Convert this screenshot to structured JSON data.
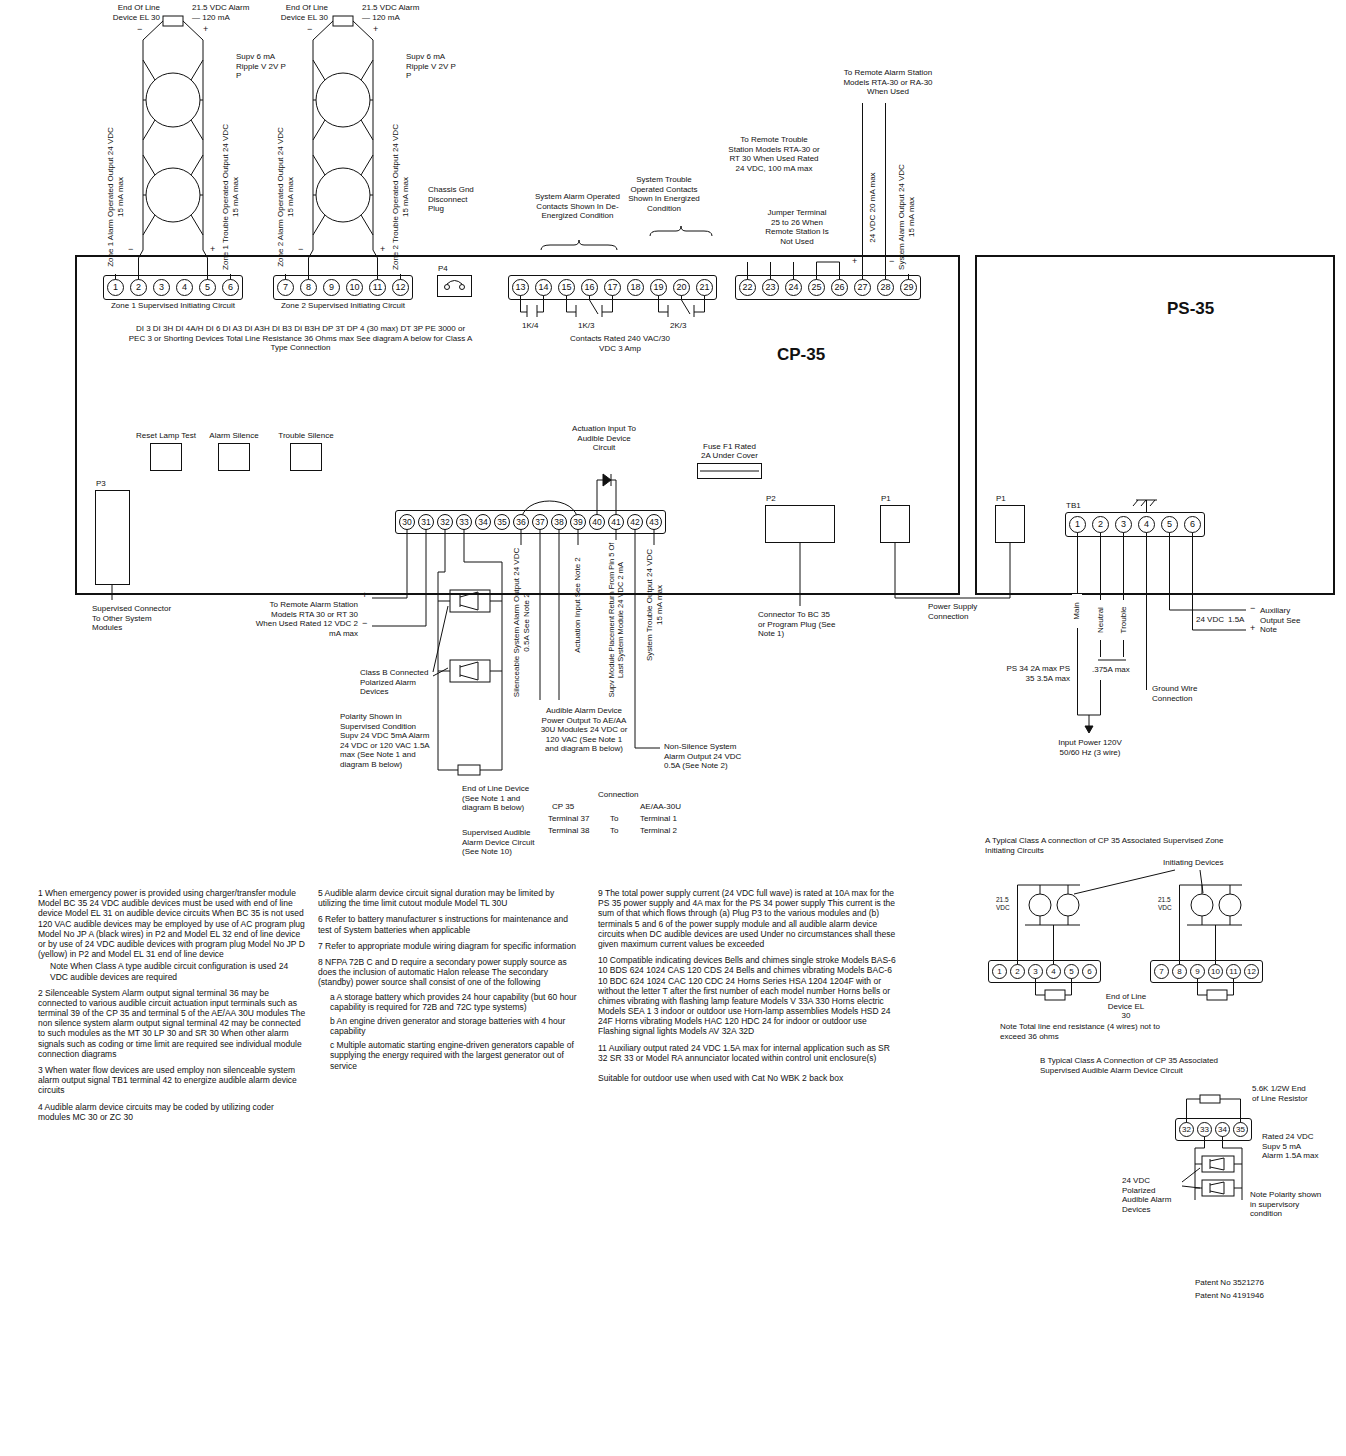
{
  "diagram": {
    "nodes": [
      {
        "text": [
          "CP-35"
        ]
      },
      {
        "text": [
          "1",
          "2",
          "3",
          "4",
          "5",
          "6",
          "Zone 1 Supervised Initiating Circuit"
        ],
        "in": 0
      },
      {
        "text": [
          "7",
          "8",
          "9",
          "10",
          "11",
          "12",
          "Zone 2 Supervised Initiating Circuit"
        ],
        "in": 0
      },
      {
        "text": [
          "P4"
        ],
        "in": 0
      },
      {
        "text": [
          "13",
          "14",
          "15",
          "16",
          "17",
          "18",
          "19",
          "20",
          "21"
        ],
        "in": 0
      },
      {
        "text": [
          "22",
          "23",
          "24",
          "25",
          "26",
          "27",
          "28",
          "29"
        ],
        "in": 0
      },
      {
        "text": [
          "Reset Lamp Test"
        ],
        "in": 0
      },
      {
        "text": [
          "Alarm Silence"
        ],
        "in": 0
      },
      {
        "text": [
          "Trouble Silence"
        ],
        "in": 0
      },
      {
        "text": [
          "P3"
        ],
        "in": 0
      },
      {
        "text": [
          "Fuse F1 Rated 2A Under Cover"
        ],
        "in": 0
      },
      {
        "text": [
          "30",
          "31",
          "32",
          "33",
          "34",
          "35",
          "36",
          "37",
          "38",
          "39",
          "40",
          "41",
          "42",
          "43"
        ],
        "in": 0
      },
      {
        "text": [
          "P2"
        ],
        "in": 0
      },
      {
        "text": [
          "P1"
        ],
        "in": 0
      },
      {
        "text": [
          "PS-35"
        ]
      },
      {
        "text": [
          "P1"
        ],
        "in": 14
      },
      {
        "text": [
          "TB1",
          "1",
          "2",
          "3",
          "4",
          "5",
          "6"
        ],
        "in": 14
      },
      {
        "text": [
          "1",
          "2",
          "3",
          "4",
          "5",
          "6"
        ]
      },
      {
        "text": [
          "7",
          "8",
          "9",
          "10",
          "11",
          "12"
        ]
      },
      {
        "text": [
          "32",
          "33",
          "34",
          "35"
        ]
      }
    ],
    "edges": [
      {
        "from": 13,
        "to": 15,
        "arrow": "none",
        "label": "Power Supply Connection"
      }
    ],
    "labels": [
      "End Of Line Device EL 30",
      "21.5 VDC Alarm — 120 mA",
      "Supv 6 mA Ripple V 2V P P",
      "Zone 1 Alarm Operated Output 24 VDC 15 mA max",
      "Zone 1 Trouble Operated Output 24 VDC 15 mA max",
      "−",
      "+",
      "−",
      "+",
      "End Of Line Device EL 30",
      "21.5 VDC Alarm — 120 mA",
      "Supv 6 mA Ripple V 2V P P",
      "Zone 2 Alarm Operated Output 24 VDC 15 mA max",
      "Zone 2 Trouble Operated Output 24 VDC 15 mA max",
      "−",
      "+",
      "−",
      "+",
      "Chassis Gnd Disconnect Plug",
      "System Alarm Operated Contacts Shown In De-Energized Condition",
      "System Trouble Operated Contacts Shown In Energized Condition",
      "To Remote Trouble Station Models RTA-30 or RT 30 When Used Rated 24 VDC, 100 mA max",
      "To Remote Alarm Station Models RTA-30 or RA-30 When Used",
      "Jumper Terminal 25 to 26 When Remote Station Is Not Used",
      "+",
      "−",
      "24 VDC 20 mA max",
      "System Alarm Output 24 VDC 15 mA max",
      "1K/4",
      "1K/3",
      "2K/3",
      "Contacts Rated 240 VAC/30 VDC 3 Amp",
      "DI 3 DI 3H DI 4A/H DI 6 DI A3 DI A3H DI B3 DI B3H DP 3T DP 4 (30 max) DT 3P PE 3000 or PEC 3 or Shorting Devices Total Line Resistance 36 Ohms max See diagram A below for Class A Type Connection",
      "Actuation Input To Audible Device Circuit",
      "Supervised Connector To Other System Modules",
      "To Remote Alarm Station Models RTA 30 or RT 30 When Used Rated 12 VDC 2 mA max",
      "+",
      "−",
      "Class B Connected Polarized Alarm Devices",
      "Polarity Shown in Supervised Condition Supv 24 VDC 5mA Alarm 24 VDC or 120 VAC 1.5A max (See Note 1 and diagram B below)",
      "End of Line Device (See Note 1 and diagram B below)",
      "Supervised Audible Alarm Device Circuit (See Note 10)",
      "Silenceable System Alarm Output 24 VDC 0.5A See Note 2",
      "Audible Alarm Device Power Output To AE/AA 30U Modules 24 VDC or 120 VAC (See Note 1 and diagram B below)",
      "Actuation Input See Note 2",
      "Supv Module Placement Return From Pin 5 Of Last System Module 24 VDC 2 mA",
      "System Trouble Output 24 VDC 15 mA max",
      "Non-Silence System Alarm Output 24 VDC 0.5A (See Note 2)",
      "Connection",
      "CP 35",
      "AE/AA-30U",
      "Terminal 37",
      "To",
      "Terminal 1",
      "Terminal 38",
      "To",
      "Terminal 2",
      "Connector To BC 35 or Program Plug (See Note 1)",
      "Main",
      "Neutral",
      "Trouble",
      "24 VDC",
      "1.5A",
      "−",
      "+",
      "Auxiliary Output See Note",
      "PS 34 2A max PS 35 3.5A max",
      ".375A max",
      "Ground Wire Connection",
      "Input Power 120V 50/60 Hz (3 wire)",
      "1 When emergency power is provided using charger/transfer module Model BC 35 24 VDC audible devices must be used with end of line device Model EL 31 on audible device circuits When BC 35 is not used 120 VAC audible devices may be employed by use of AC program plug Model No JP A (black wires) in P2 and Model EL 32 end of line device or by use of 24 VDC audible devices with program plug Model No JP D (yellow) in P2 and Model EL 31 end of line device",
      "Note When Class A type audible circuit configuration is used 24 VDC audible devices are required",
      "2 Silenceable System Alarm output signal terminal 36 may be connected to various audible circuit actuation input terminals such as terminal 39 of the CP 35 and terminal 5 of the AE/AA 30U modules The non silence system alarm output signal terminal 42 may be connected to such modules as the MT 30 LP 30 and SR 30 When other alarm signals such as coding or time limit are required see individual module connection diagrams",
      "3 When water flow devices are used employ non silenceable system alarm output signal TB1 terminal 42 to energize audible alarm device circuits",
      "4 Audible alarm device circuits may be coded by utilizing coder modules MC 30 or ZC 30",
      "5 Audible alarm device circuit signal duration may be limited by utilizing the time limit cutout module Model TL 30U",
      "6 Refer to battery manufacturer s instructions for maintenance and test of System batteries when applicable",
      "7 Refer to appropriate module wiring diagram for specific information",
      "8 NFPA 72B C and D require a secondary power supply source as does the inclusion of automatic Halon release The secondary (standby) power source shall consist of one of the following",
      "a A storage battery which provides 24 hour capability (but 60 hour capability is required for 72B and 72C type systems)",
      "b An engine driven generator and storage batteries with 4 hour capability",
      "c Multiple automatic starting engine-driven generators capable of supplying the energy required with the largest generator out of service",
      "9 The total power supply current (24 VDC full wave) is rated at 10A max for the PS 35 power supply and 4A max for the PS 34 power supply This current is the sum of that which flows through (a) Plug P3 to the various modules and (b) terminals 5 and 6 of the power supply module and all audible alarm device circuits when DC audible devices are used Under no circumstances shall these given maximum current values be exceeded",
      "10 Compatible indicating devices Bells and chimes single stroke Models BAS-6 10 BDS 624 1024 CAS 120 CDS 24 Bells and chimes vibrating Models BAC-6 10 BDC 624 1024 CAC 120 CDC 24 Horns Series HSA 1204 1204F with or without the letter T after the first number of each model number Horns bells or chimes vibrating with flashing lamp feature Models V 33A 330 Horns electric Models SEA 1 3 indoor or outdoor use Horn-lamp assemblies Models HSD 24 24F Horns vibrating Models HAC 120 HDC 24 for indoor or outdoor use Flashing signal lights Models AV 32A 32D",
      "11 Auxiliary output rated 24 VDC 1.5A max for internal application such as SR 32 SR 33 or Model RA annunciator located within control unit enclosure(s)",
      "Suitable for outdoor use when used with Cat No WBK 2 back box",
      "A Typical Class A connection of CP 35 Associated Supervised Zone Initiating Circuits",
      "Initiating Devices",
      "21.5 VDC",
      "21.5 VDC",
      "End of Line Device EL 30",
      "Note Total line end resistance (4 wires) not to exceed 36 ohms",
      "B Typical Class A Connection of CP 35 Associated Supervised Audible Alarm Device Circuit",
      "5.6K 1/2W End of Line Resistor",
      "Rated 24 VDC Supv 5 mA Alarm 1.5A max",
      "24 VDC Polarized Audible Alarm Devices",
      "Note Polarity shown in supervisory condition",
      "Patent No 3521276",
      "Patent No 4191946"
    ]
  }
}
